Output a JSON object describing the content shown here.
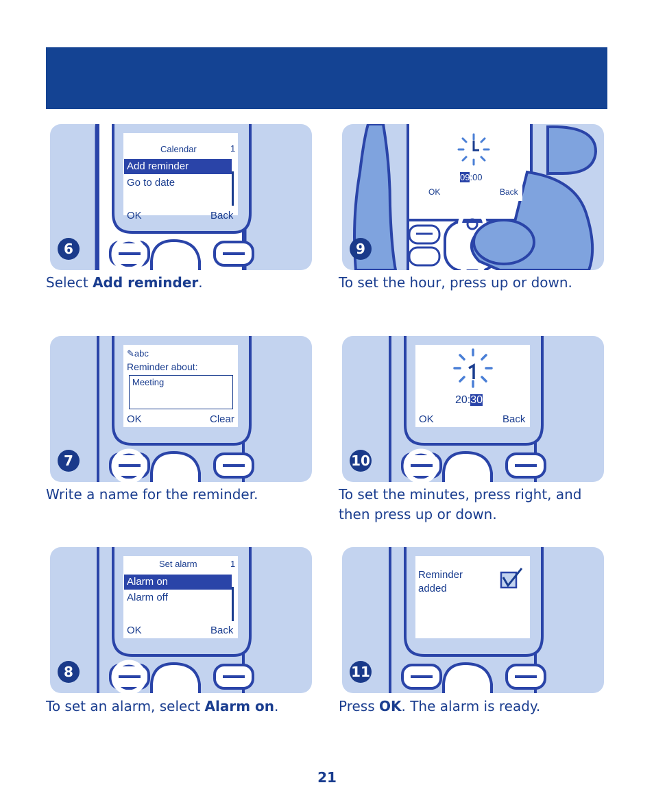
{
  "colors": {
    "banner": "#144393",
    "panel": "#c3d3ef",
    "phone_outline": "#2a44a8",
    "text": "#1a3d8f",
    "highlight": "#2a44a8"
  },
  "steps": [
    {
      "number": "6",
      "screen": {
        "title": "Calendar",
        "index": "1",
        "items": [
          "Add reminder",
          "Go to date"
        ],
        "left_soft": "OK",
        "right_soft": "Back"
      },
      "caption_pre": "Select ",
      "caption_bold": "Add reminder",
      "caption_post": "."
    },
    {
      "number": "9",
      "screen": {
        "time_hour": "09",
        "time_rest": ":00",
        "left_soft": "OK",
        "right_soft": "Back"
      },
      "caption": "To set the hour, press up or down."
    },
    {
      "number": "7",
      "screen": {
        "input_mode": "abc",
        "label": "Reminder about:",
        "value": "Meeting",
        "left_soft": "OK",
        "right_soft": "Clear"
      },
      "caption": "Write a name for the reminder."
    },
    {
      "number": "10",
      "screen": {
        "time_hour": "20:",
        "time_min": "30",
        "left_soft": "OK",
        "right_soft": "Back"
      },
      "caption_line1": "To set the minutes, press right, and",
      "caption_line2": "then press up or down."
    },
    {
      "number": "8",
      "screen": {
        "title": "Set alarm",
        "index": "1",
        "items": [
          "Alarm on",
          "Alarm off"
        ],
        "left_soft": "OK",
        "right_soft": "Back"
      },
      "caption_pre": "To set an alarm, select ",
      "caption_bold": "Alarm on",
      "caption_post": "."
    },
    {
      "number": "11",
      "screen": {
        "message_line1": "Reminder",
        "message_line2": "added"
      },
      "caption_pre": "Press ",
      "caption_bold": "OK",
      "caption_post": ". The alarm is ready."
    }
  ],
  "page_number": "21"
}
